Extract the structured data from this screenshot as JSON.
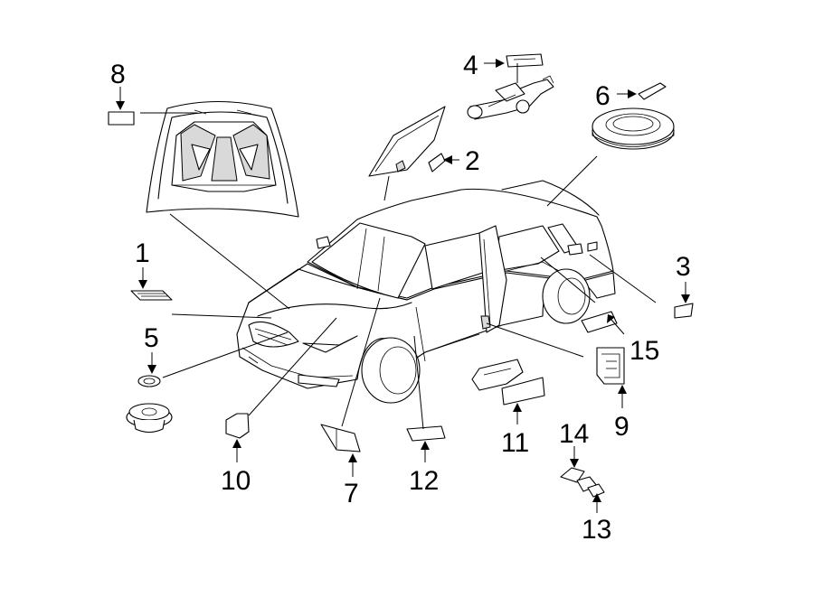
{
  "callouts": {
    "n1": "1",
    "n2": "2",
    "n3": "3",
    "n4": "4",
    "n5": "5",
    "n6": "6",
    "n7": "7",
    "n8": "8",
    "n9": "9",
    "n10": "10",
    "n11": "11",
    "n12": "12",
    "n13": "13",
    "n14": "14",
    "n15": "15"
  }
}
